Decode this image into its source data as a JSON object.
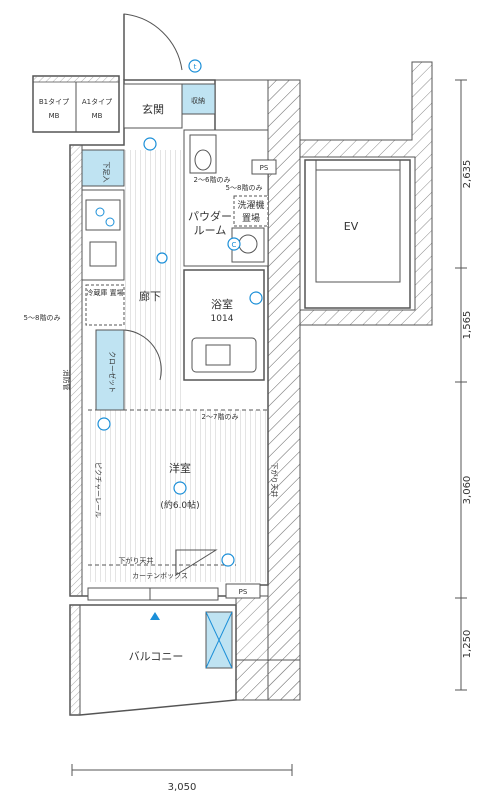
{
  "colors": {
    "wall": "#555555",
    "line": "#666666",
    "water": "#bfe3f2",
    "icon": "#1b8fd8",
    "hatch": "#8a8a8a"
  },
  "labels": {
    "entrance": "玄関",
    "storage": "収納",
    "powder_room": "パウダー\nルーム",
    "washer": "洗濯機\n置場",
    "bathroom": "浴室",
    "bath_size": "1014",
    "corridor": "廊下",
    "fridge": "冷蔵庫\n置場",
    "closet": "クローゼット",
    "western_room": "洋室",
    "room_size": "(約6.0帖)",
    "balcony": "バルコニー",
    "ev": "EV",
    "ps": "PS",
    "type_b1": "B1タイプ",
    "type_a1": "A1タイプ",
    "mb": "MB",
    "shoe_box": "下足入",
    "floors_2_6": "2～6階のみ",
    "floors_5_8": "5～8階のみ",
    "floors_5_8_left": "5～8階のみ",
    "floors_2_7": "2～7階のみ",
    "lowered_ceiling": "下がり天井",
    "curtain_box": "カーテンボックス",
    "picture_rail": "ピクチャーレール",
    "fire_pipe": "消防管",
    "ceiling_right": "下がり天井"
  },
  "dimensions": {
    "right": [
      "2,635",
      "1,565",
      "3,060",
      "1,250"
    ],
    "bottom": "3,050"
  },
  "icons": [
    "telephone-outlet",
    "ceiling-light",
    "lan-outlet",
    "aircon-outlet",
    "ventilation-fan",
    "tv-outlet"
  ]
}
